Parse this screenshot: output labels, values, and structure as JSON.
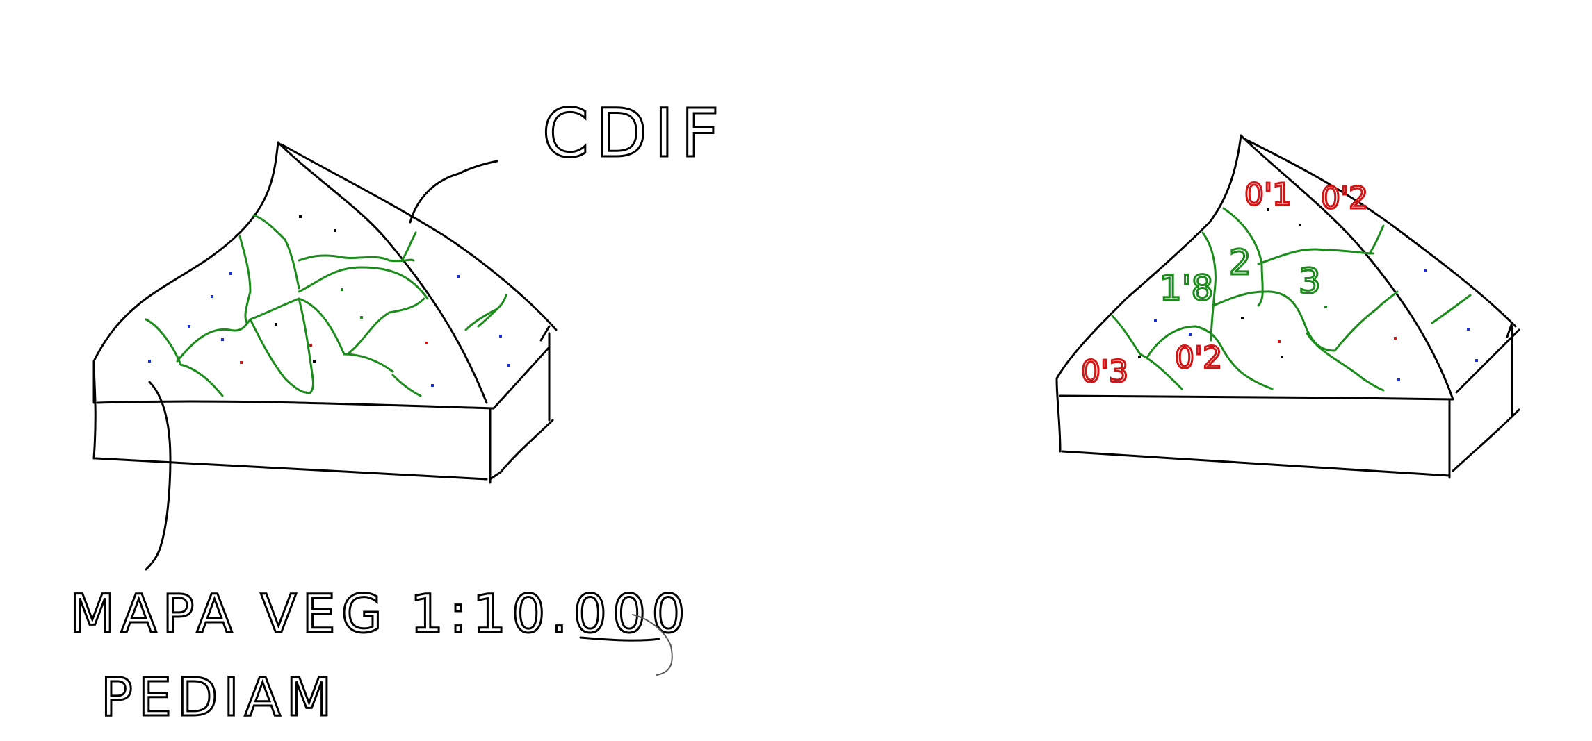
{
  "labels": {
    "cdif": "CDIF",
    "map_line": "MAPA VEG 1:10.000",
    "pediam": "PEDIAM"
  },
  "right_block": {
    "green_numbers": [
      "1'8",
      "2",
      "3"
    ],
    "red_numbers": [
      "0'1",
      "0'2",
      "0'3",
      "0'2"
    ]
  },
  "colors": {
    "ink": "#000000",
    "vegetation_lines": "#1a8c1a",
    "red_points": "#d41414",
    "blue_points": "#1a2fd4"
  }
}
